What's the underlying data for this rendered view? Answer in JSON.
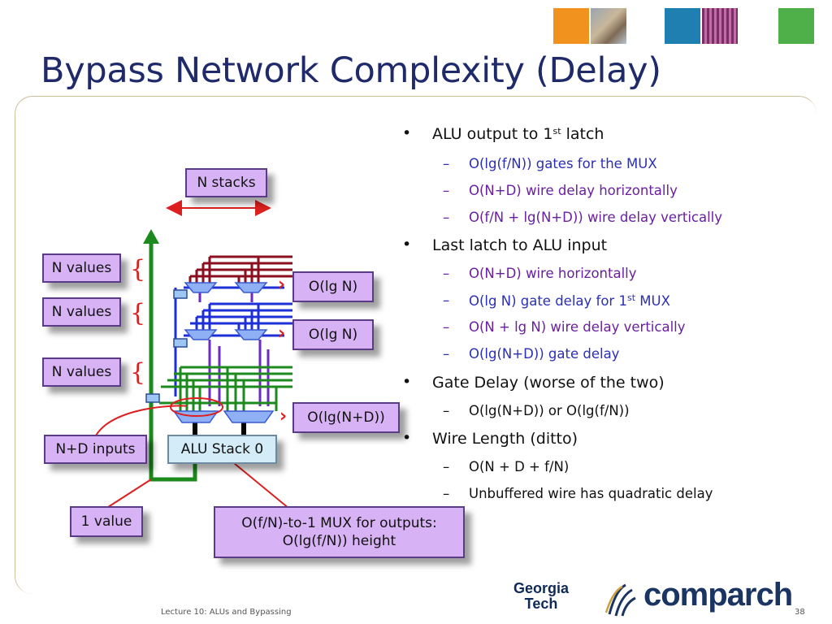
{
  "slide": {
    "title": "Bypass Network Complexity (Delay)",
    "footer": "Lecture 10: ALUs and Bypassing",
    "page_number": "38"
  },
  "diagram": {
    "n_stacks": "N stacks",
    "n_values_1": "N values",
    "n_values_2": "N values",
    "n_values_3": "N values",
    "nd_inputs": "N+D inputs",
    "one_value": "1 value",
    "alu_stack": "ALU Stack 0",
    "olgn_1": "O(lg N)",
    "olgn_2": "O(lg N)",
    "olgnd": "O(lg(N+D))",
    "mux_line1": "O(f/N)-to-1 MUX for outputs:",
    "mux_line2": "O(lg(f/N)) height",
    "brace": "{",
    "arrow_small": "›",
    "colors": {
      "box_fill": "#d7b3f5",
      "alu_fill": "#d3ecf7",
      "wire_maroon": "#8b0f1e",
      "wire_blue": "#1d2fd6",
      "wire_green": "#1d8a1d",
      "annotation_red": "#dd1f1f"
    }
  },
  "bullets": [
    {
      "pre": "ALU output to 1",
      "sup": "st",
      "post": " latch",
      "subs": [
        {
          "pre": "O(lg(f/N)) gates for the MUX",
          "sup": "",
          "post": "",
          "color": "#2a2fb4"
        },
        {
          "pre": "O(N+D) wire delay horizontally",
          "sup": "",
          "post": "",
          "color": "#6a1fa0"
        },
        {
          "pre": "O(f/N + lg(N+D)) wire delay vertically",
          "sup": "",
          "post": "",
          "color": "#6a1fa0"
        }
      ]
    },
    {
      "pre": "Last latch to ALU input",
      "sup": "",
      "post": "",
      "subs": [
        {
          "pre": "O(N+D) wire horizontally",
          "sup": "",
          "post": "",
          "color": "#6a1fa0"
        },
        {
          "pre": "O(lg N) gate delay for 1",
          "sup": "st",
          "post": " MUX",
          "color": "#2a2fb4"
        },
        {
          "pre": "O(N + lg N) wire delay vertically",
          "sup": "",
          "post": "",
          "color": "#6a1fa0"
        },
        {
          "pre": "O(lg(N+D)) gate delay",
          "sup": "",
          "post": "",
          "color": "#2a2fb4"
        }
      ]
    },
    {
      "pre": "Gate Delay (worse of the two)",
      "sup": "",
      "post": "",
      "subs": [
        {
          "pre": "O(lg(N+D)) or O(lg(f/N))",
          "sup": "",
          "post": "",
          "color": "#111111"
        }
      ]
    },
    {
      "pre": "Wire Length (ditto)",
      "sup": "",
      "post": "",
      "subs": [
        {
          "pre": "O(N + D + f/N)",
          "sup": "",
          "post": "",
          "color": "#111111"
        },
        {
          "pre": "Unbuffered wire has quadratic delay",
          "sup": "",
          "post": "",
          "color": "#111111"
        }
      ]
    }
  ],
  "logos": {
    "gt_line1": "Georgia",
    "gt_line2": "Tech",
    "comparch": "comparch"
  }
}
